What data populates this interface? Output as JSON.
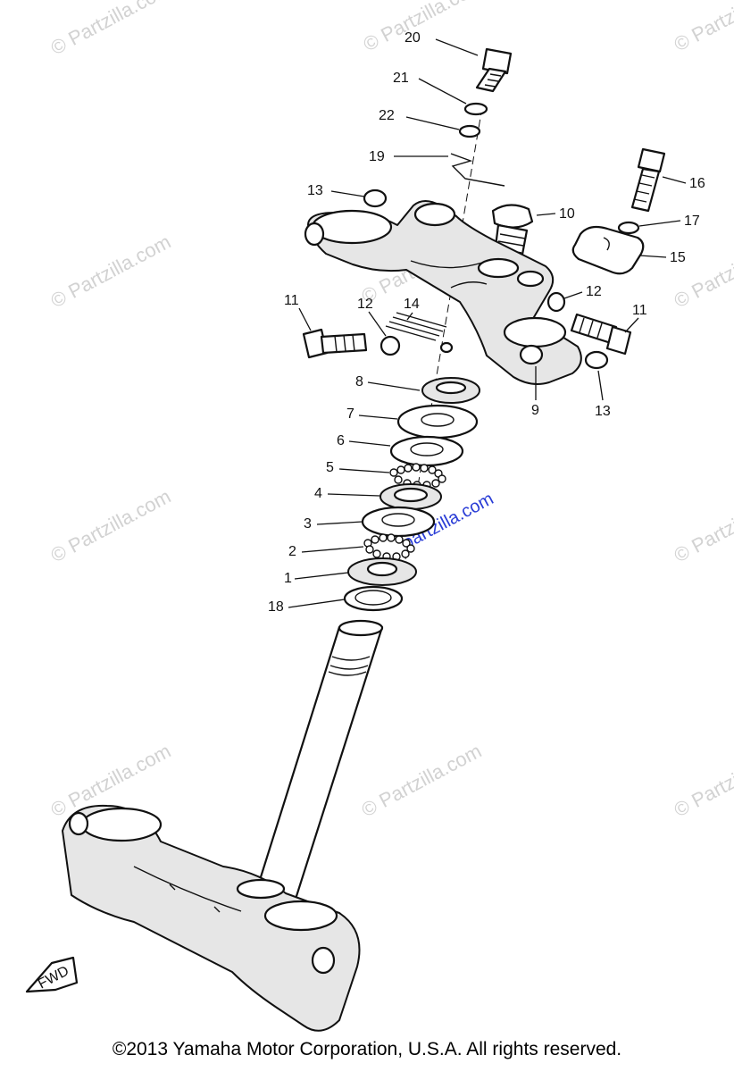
{
  "watermark": {
    "text": "© Partzilla.com",
    "blue_text": "partzilla.com"
  },
  "fwd_label": "FWD",
  "callouts": [
    "20",
    "21",
    "22",
    "19",
    "13",
    "10",
    "16",
    "17",
    "15",
    "12",
    "11",
    "12",
    "14",
    "11",
    "8",
    "9",
    "13",
    "7",
    "6",
    "5",
    "4",
    "3",
    "2",
    "1",
    "18"
  ],
  "copyright": "©2013  Yamaha Motor Corporation, U.S.A. All rights reserved."
}
